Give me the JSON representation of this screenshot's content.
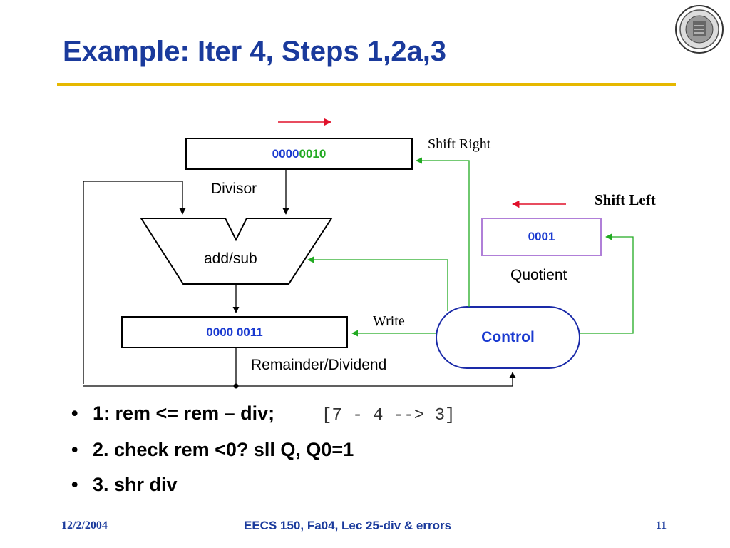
{
  "slide": {
    "title": "Example: Iter 4, Steps 1,2a,3"
  },
  "diagram": {
    "divisor_value_prefix": "0000",
    "divisor_value_suffix": "0010",
    "divisor_label": "Divisor",
    "alu_label": "add/sub",
    "quotient_value": "0001",
    "quotient_label": "Quotient",
    "remainder_value_prefix": "0000 00",
    "remainder_value_suffix": "11",
    "remainder_label": "Remainder/Dividend",
    "control_label": "Control",
    "shift_right_label": "Shift Right",
    "shift_left_label": "Shift Left",
    "write_label": "Write"
  },
  "bullets": [
    {
      "text": "1: rem <= rem – div;",
      "code": "[7 - 4 --> 3]"
    },
    {
      "text": "2. check rem <0?  sll Q, Q0=1",
      "code": ""
    },
    {
      "text": "3. shr div",
      "code": ""
    }
  ],
  "footer": {
    "date": "12/2/2004",
    "course": "EECS 150, Fa04, Lec 25-div & errors",
    "page": "11"
  },
  "colors": {
    "title": "#1a3a9c",
    "accent_rule": "#e6b800",
    "wire_green": "#22aa22",
    "arrow_red": "#e0102a",
    "quotient_border": "#b07fd8",
    "control_text": "#1a3ad0"
  }
}
